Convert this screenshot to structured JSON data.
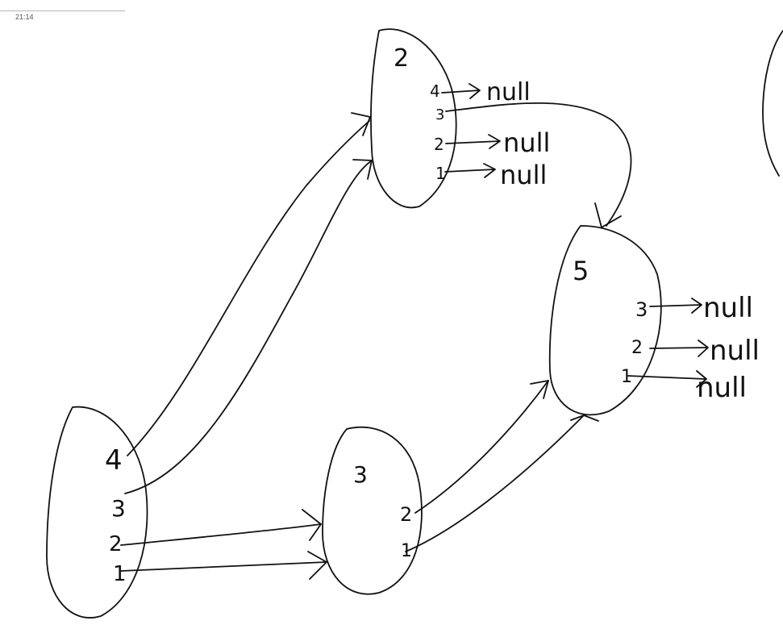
{
  "status_bar": {
    "time": "21:14"
  },
  "nodes": [
    {
      "id": "node-2",
      "label": "2",
      "slots": [
        {
          "label": "4",
          "target": "null"
        },
        {
          "label": "3",
          "target": ""
        },
        {
          "label": "2",
          "target": "null"
        },
        {
          "label": "1",
          "target": "null"
        }
      ]
    },
    {
      "id": "node-5",
      "label": "5",
      "slots": [
        {
          "label": "3",
          "target": "null"
        },
        {
          "label": "2",
          "target": "null"
        },
        {
          "label": "1",
          "target": "null"
        }
      ]
    },
    {
      "id": "node-4",
      "label": "4",
      "slots": [
        {
          "label": "3"
        },
        {
          "label": "2"
        },
        {
          "label": "1"
        }
      ]
    },
    {
      "id": "node-3",
      "label": "3",
      "slots": [
        {
          "label": "2"
        },
        {
          "label": "1"
        }
      ]
    }
  ]
}
